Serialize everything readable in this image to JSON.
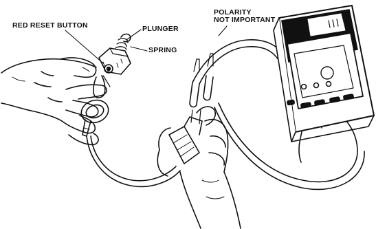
{
  "labels": {
    "red_reset_button": "RED RESET BUTTON",
    "plunger": "PLUNGER",
    "spring": "SPRING",
    "polarity_line1": "POLARITY",
    "polarity_line2": "NOT IMPORTANT"
  },
  "colors": {
    "ink": "#111111",
    "background": "#ffffff"
  }
}
